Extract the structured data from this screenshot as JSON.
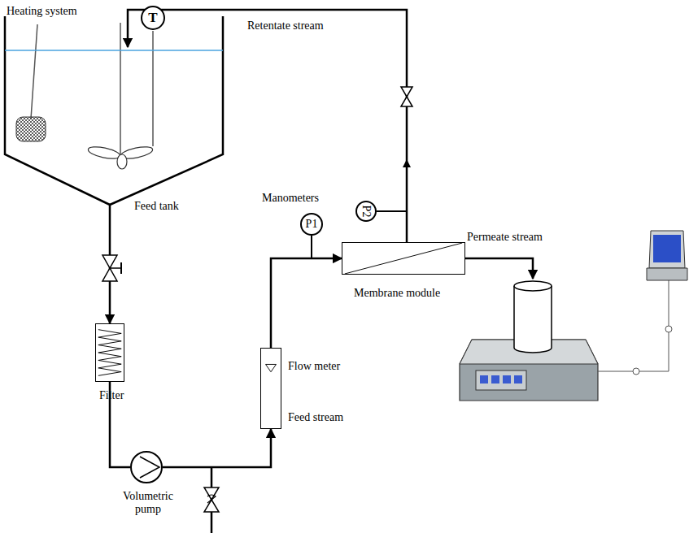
{
  "diagram": {
    "nodes": [
      {
        "text": [
          "Feed tank"
        ]
      },
      {
        "text": [
          "T"
        ]
      },
      {
        "text": [
          "Filter"
        ]
      },
      {
        "text": [
          "Volumetric pump"
        ]
      },
      {
        "text": [
          "Flow meter"
        ]
      },
      {
        "text": [
          "P1"
        ]
      },
      {
        "text": [
          "P2"
        ]
      },
      {
        "text": [
          "Membrane module"
        ]
      }
    ],
    "edges": [
      {
        "from": 0,
        "to": 2,
        "arrow": "to"
      },
      {
        "from": 2,
        "to": 3,
        "arrow": "none"
      },
      {
        "from": 3,
        "to": 4,
        "label": "Feed stream",
        "arrow": "to"
      },
      {
        "from": 4,
        "to": 7,
        "arrow": "to"
      },
      {
        "from": 7,
        "to": 0,
        "label": "Retentate stream",
        "arrow": "to"
      }
    ],
    "labels": [
      "Heating system",
      "Manometers",
      "Permeate stream"
    ]
  }
}
